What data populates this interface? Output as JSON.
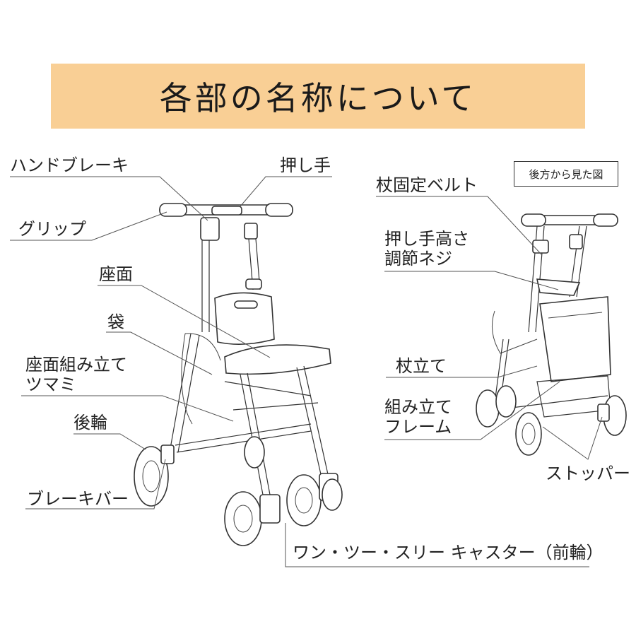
{
  "title": "各部の名称について",
  "rear_view_note": "後方から見た図",
  "labels": {
    "hand_brake": "ハンドブレーキ",
    "push_handle": "押し手",
    "grip": "グリップ",
    "seat": "座面",
    "bag": "袋",
    "seat_knob": "座面組み立て\nツマミ",
    "rear_wheel": "後輪",
    "brake_bar": "ブレーキバー",
    "front_caster": "ワン・ツー・スリー キャスター（前輪）",
    "cane_belt": "杖固定ベルト",
    "height_screw": "押し手高さ\n調節ネジ",
    "cane_stand": "杖立て",
    "frame": "組み立て\nフレーム",
    "stopper": "ストッパー"
  }
}
